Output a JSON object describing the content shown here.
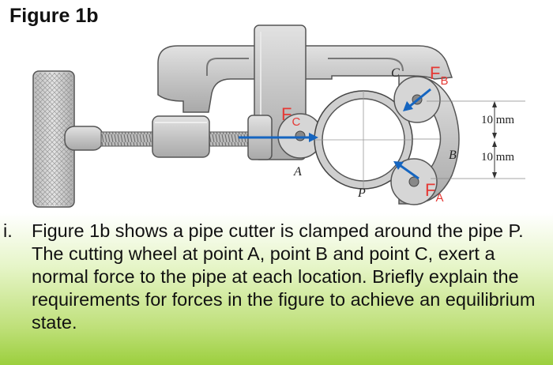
{
  "figure": {
    "title": "Figure 1b",
    "labels": {
      "A": "A",
      "B": "B",
      "C": "C",
      "P": "P"
    },
    "forces": {
      "FC": {
        "main": "F",
        "sub": "C"
      },
      "FB": {
        "main": "F",
        "sub": "B"
      },
      "FA": {
        "main": "F",
        "sub": "A"
      }
    },
    "dimensions": {
      "upper": "10 mm",
      "lower": "10 mm"
    },
    "colors": {
      "force_arrow": "#1565c0",
      "force_label": "#e53935",
      "body": "#c9c9c9",
      "outline": "#555555"
    }
  },
  "question": {
    "number": "i.",
    "text": "Figure 1b shows a pipe cutter is clamped around the pipe P. The cutting wheel at point A, point B and point C, exert a normal force to the pipe at each location. Briefly explain the requirements for forces in the figure to achieve an equilibrium state."
  }
}
